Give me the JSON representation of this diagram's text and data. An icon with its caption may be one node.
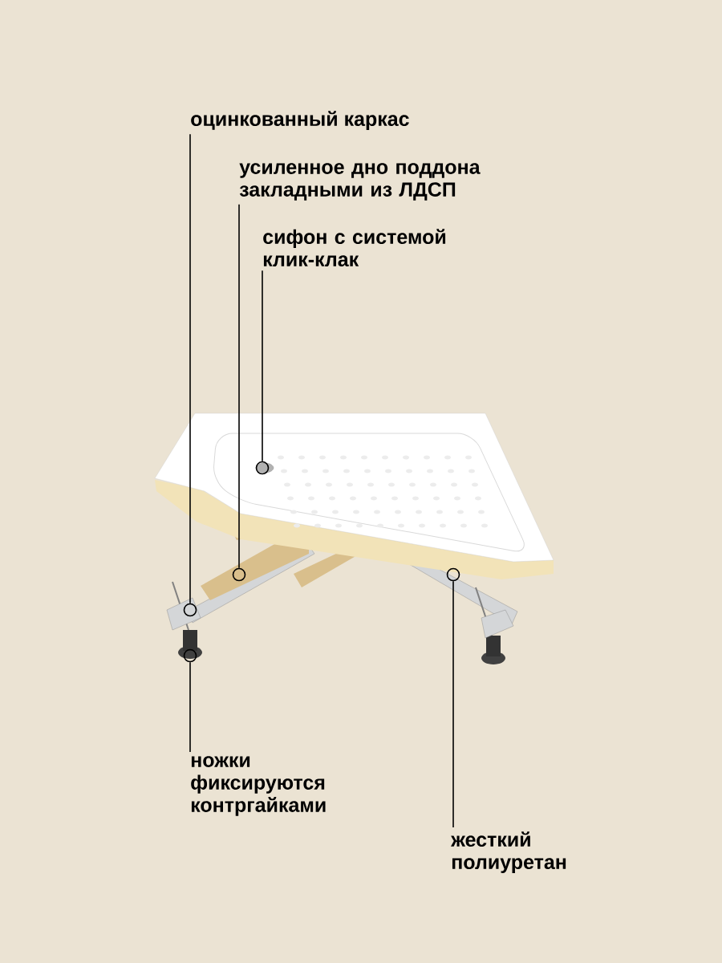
{
  "diagram": {
    "nodes": [
      {
        "text": [
          "оцинкованный каркас"
        ]
      },
      {
        "text": [
          "усиленное дно поддона закладными из ЛДСП"
        ]
      },
      {
        "text": [
          "сифон с системой клик-клак"
        ]
      },
      {
        "text": [
          "ножки фиксируются контргайками"
        ]
      },
      {
        "text": [
          "жесткий полиуретан"
        ]
      },
      {
        "text": [],
        "shape": "circle"
      },
      {
        "text": [],
        "shape": "circle"
      },
      {
        "text": [],
        "shape": "circle"
      },
      {
        "text": [],
        "shape": "circle"
      },
      {
        "text": [],
        "shape": "circle"
      }
    ],
    "edges": [
      {
        "from": 0,
        "to": 8,
        "arrow": "none"
      },
      {
        "from": 1,
        "to": 6,
        "arrow": "none"
      },
      {
        "from": 2,
        "to": 5,
        "arrow": "none"
      },
      {
        "from": 3,
        "to": 9,
        "arrow": "none"
      },
      {
        "from": 4,
        "to": 7,
        "arrow": "none"
      }
    ]
  }
}
